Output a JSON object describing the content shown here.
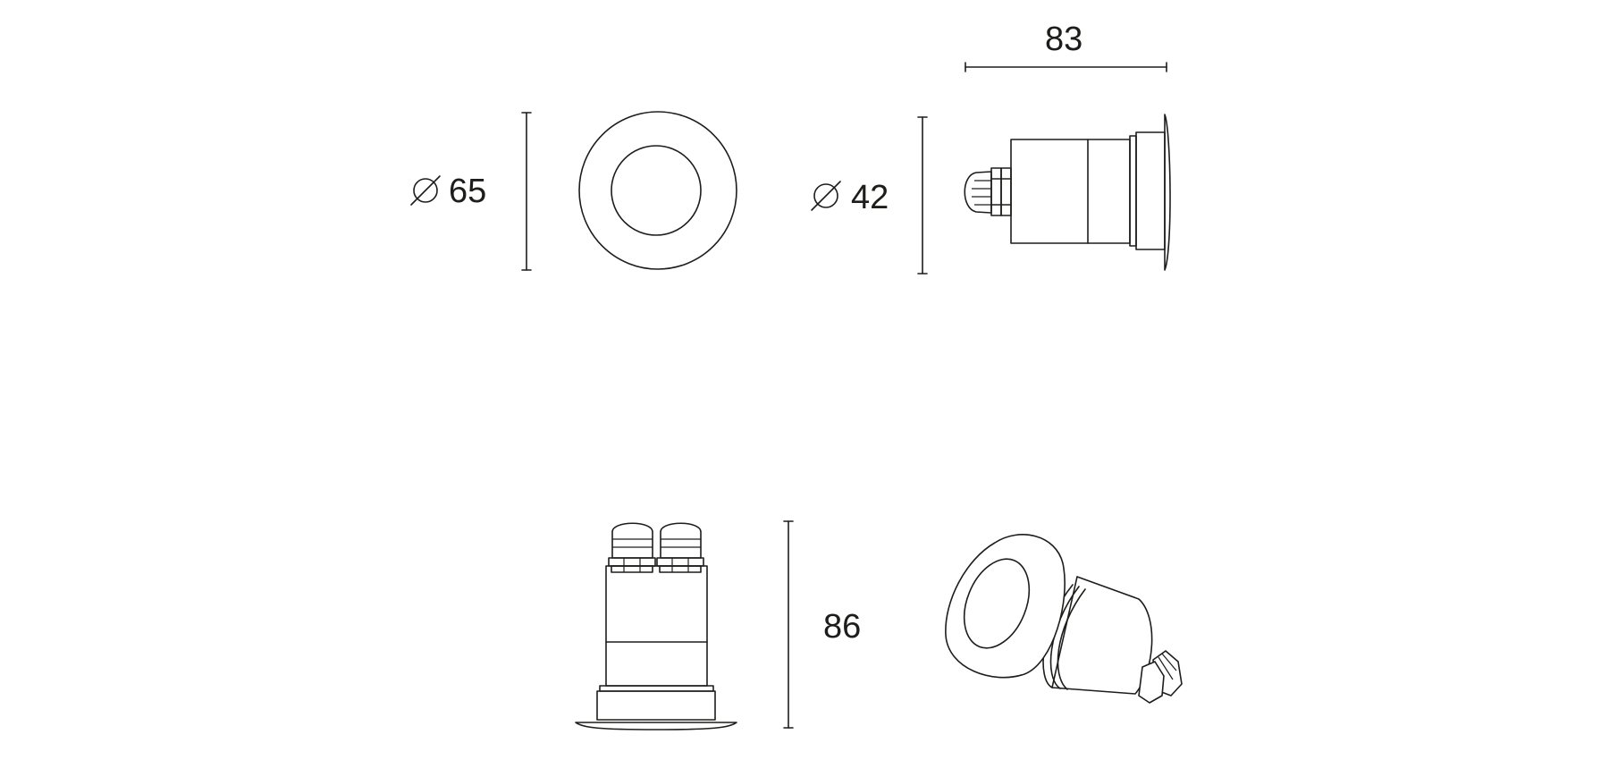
{
  "drawing": {
    "front_view": {
      "diameter_symbol": "Ø",
      "diameter_value": "65"
    },
    "side_view": {
      "diameter_symbol": "Ø",
      "diameter_value": "42",
      "length_value": "83"
    },
    "front_elevation": {
      "height_value": "86"
    },
    "perspective_view": {}
  },
  "colors": {
    "line": "#1d1d1b",
    "background": "#ffffff"
  }
}
